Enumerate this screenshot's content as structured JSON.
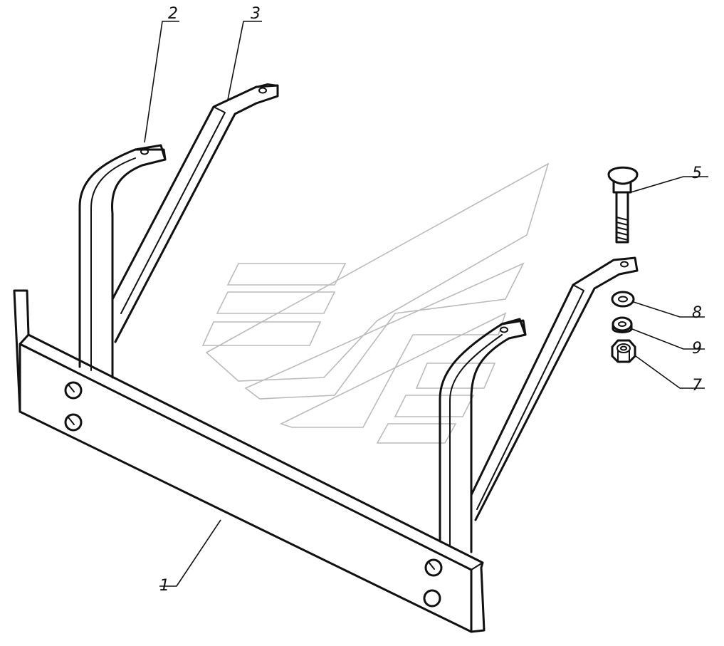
{
  "diagram": {
    "callouts": [
      {
        "id": "1",
        "text": "1"
      },
      {
        "id": "2",
        "text": "2"
      },
      {
        "id": "3",
        "text": "3"
      },
      {
        "id": "5",
        "text": "5"
      },
      {
        "id": "7",
        "text": "7"
      },
      {
        "id": "8",
        "text": "8"
      },
      {
        "id": "9",
        "text": "9"
      }
    ]
  },
  "colors": {
    "line": "#111111",
    "watermark": "#bbbbbb",
    "background": "#ffffff"
  }
}
